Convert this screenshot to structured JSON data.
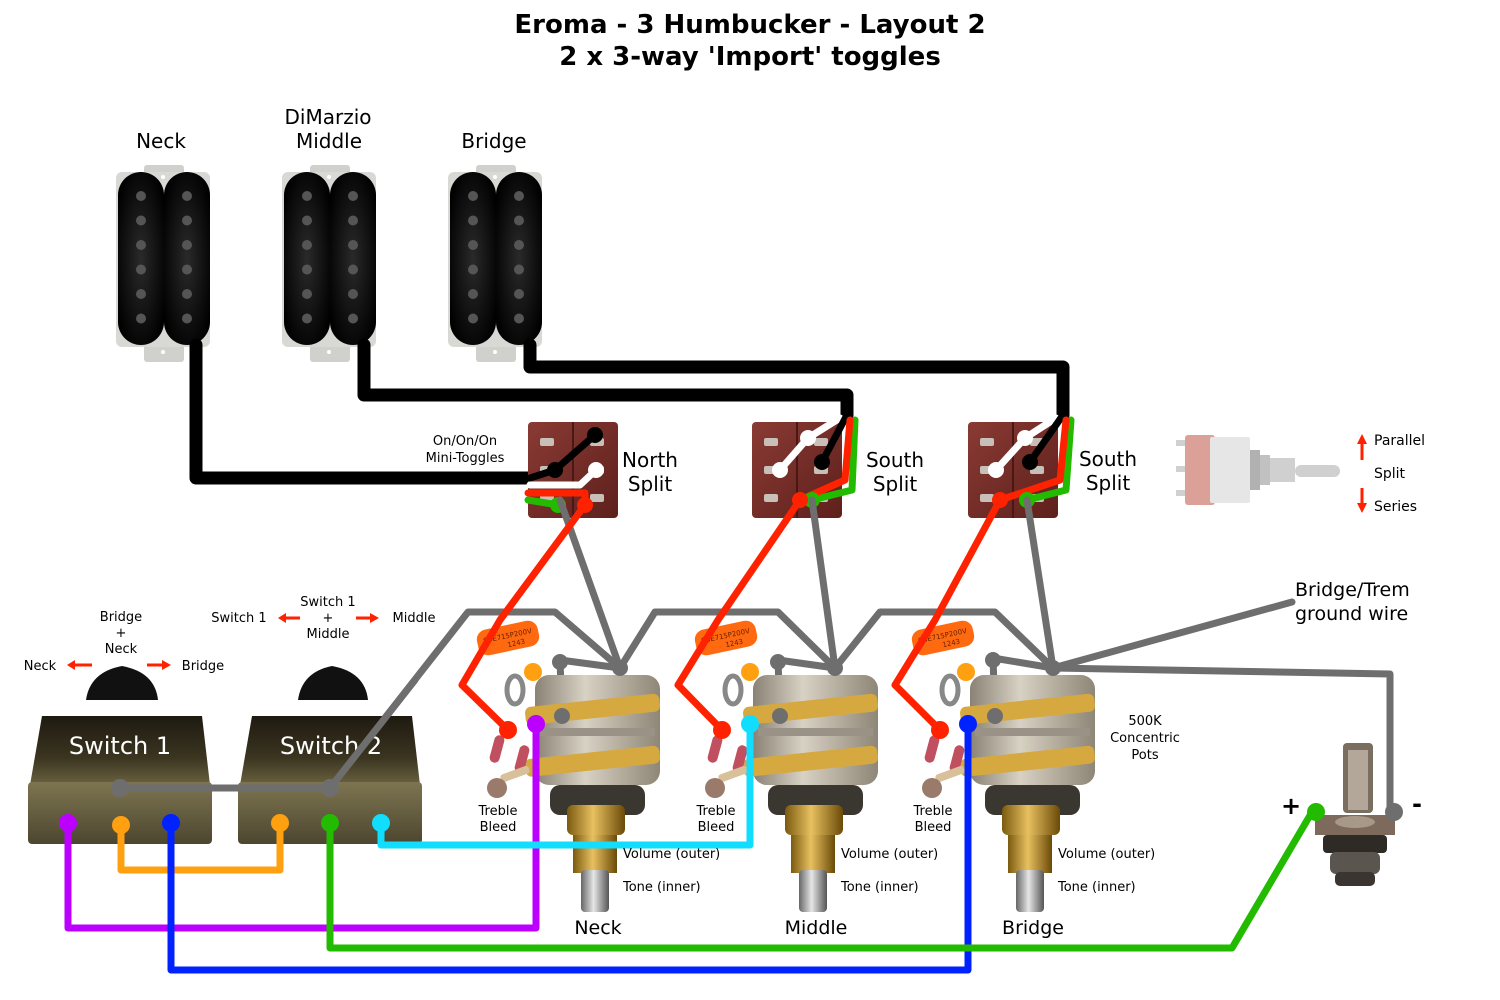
{
  "title": {
    "line1": "Eroma - 3 Humbucker - Layout 2",
    "line2": "2 x 3-way 'Import' toggles"
  },
  "pickups": [
    {
      "label_line1": "",
      "label_line2": "Neck"
    },
    {
      "label_line1": "DiMarzio",
      "label_line2": "Middle"
    },
    {
      "label_line1": "",
      "label_line2": "Bridge"
    }
  ],
  "mini_toggles": {
    "caption_line1": "On/On/On",
    "caption_line2": "Mini-Toggles",
    "items": [
      {
        "label_line1": "North",
        "label_line2": "Split"
      },
      {
        "label_line1": "South",
        "label_line2": "Split"
      },
      {
        "label_line1": "South",
        "label_line2": "Split"
      }
    ]
  },
  "legend_toggle": {
    "up": "Parallel",
    "middle": "Split",
    "down": "Series"
  },
  "switch1": {
    "label": "Switch 1",
    "left": "Neck",
    "center_line1": "Bridge",
    "center_line2": "+",
    "center_line3": "Neck",
    "right": "Bridge"
  },
  "switch2": {
    "label": "Switch 2",
    "left": "Switch 1",
    "center_line1": "Switch 1",
    "center_line2": "+",
    "center_line3": "Middle",
    "right": "Middle"
  },
  "pots": {
    "caption_line1": "500K",
    "caption_line2": "Concentric",
    "caption_line3": "Pots",
    "treble_bleed_line1": "Treble",
    "treble_bleed_line2": "Bleed",
    "volume_label": "Volume (outer)",
    "tone_label": "Tone (inner)",
    "cap_marking": "SBE715P200V",
    "cap_code": "1243",
    "items": [
      {
        "name": "Neck"
      },
      {
        "name": "Middle"
      },
      {
        "name": "Bridge"
      }
    ]
  },
  "ground": {
    "label_line1": "Bridge/Trem",
    "label_line2": "ground wire"
  },
  "jack": {
    "plus": "+",
    "minus": "-"
  },
  "colors": {
    "black_wire": "#000000",
    "white_wire": "#ffffff",
    "red_wire": "#ff2200",
    "green_wire": "#22bb00",
    "ground_wire": "#6e6e6e",
    "purple_wire": "#bb00ff",
    "orange_wire": "#ffa010",
    "blue_wire": "#0022ff",
    "cyan_wire": "#11ddff",
    "arrow": "#ff2200"
  }
}
